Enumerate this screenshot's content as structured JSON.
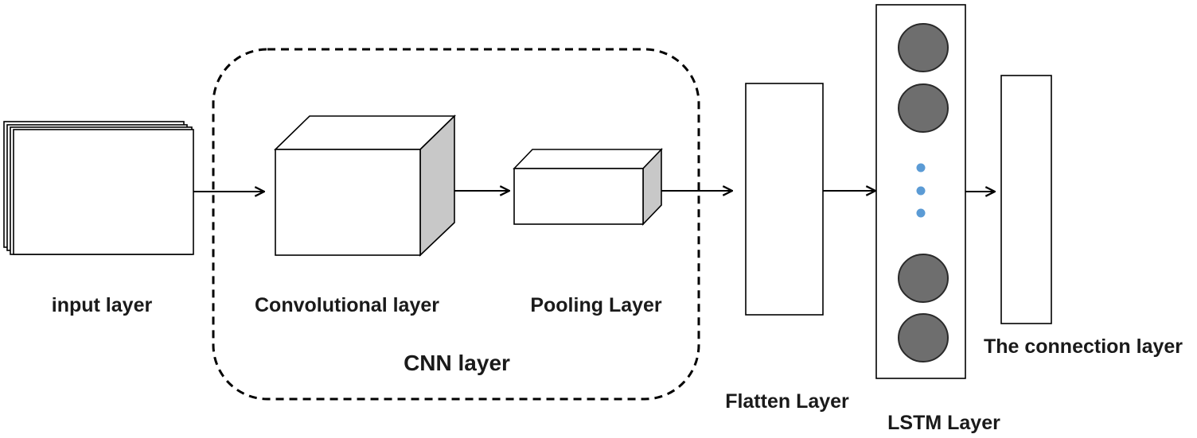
{
  "labels": {
    "input": "input layer",
    "convolutional": "Convolutional layer",
    "pooling": "Pooling Layer",
    "cnn": "CNN layer",
    "flatten": "Flatten Layer",
    "lstm": "LSTM Layer",
    "connection": "The connection layer"
  },
  "colors": {
    "neuron_fill": "#6e6e6e",
    "dot_fill": "#5b9bd5",
    "cube_side": "#c8c8c8"
  }
}
